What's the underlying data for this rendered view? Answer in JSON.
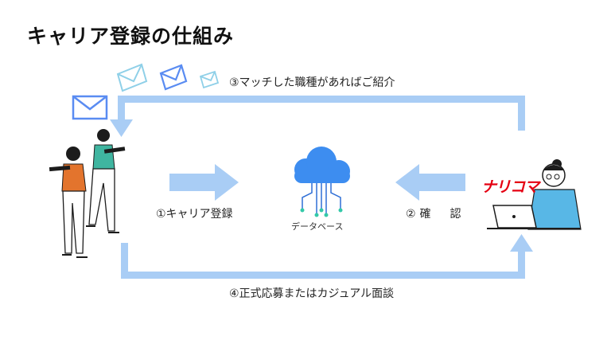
{
  "title": "キャリア登録の仕組み",
  "steps": {
    "register": "①キャリア登録",
    "confirm": "②確　認",
    "notify": "③マッチした職種があればご紹介",
    "interview": "④正式応募またはカジュアル面談"
  },
  "database_label": "データベース",
  "company_logo": "ナリコマ",
  "colors": {
    "flow_arrow": "#a9cdf5",
    "cloud": "#3d8df0",
    "envelope": "#5a8cf2",
    "logo": "#e50012"
  }
}
